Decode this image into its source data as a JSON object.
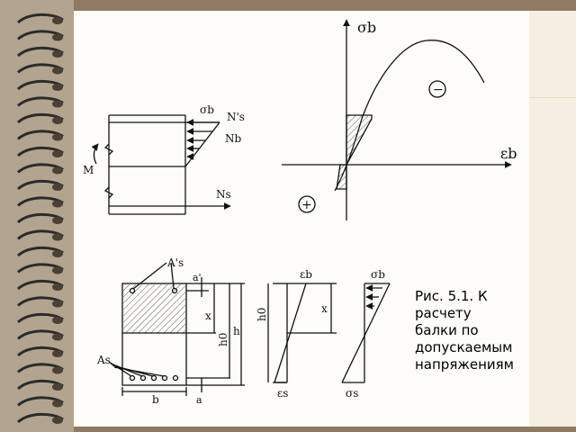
{
  "caption": {
    "line1": "Рис. 5.1. К",
    "line2": "расчету",
    "line3": "балки по",
    "line4": "допускаемым",
    "line5": "напряжениям"
  },
  "beam_side": {
    "moment": "M",
    "sigma_b": "σb",
    "Ns_prime": "N's",
    "Nb": "Nb",
    "Ns": "Ns"
  },
  "stress_strain": {
    "y_axis": "σb",
    "x_axis": "εb",
    "minus": "−",
    "plus": "+"
  },
  "section": {
    "As_prime": "A's",
    "As": "As",
    "a_prime": "a'",
    "x": "x",
    "h0": "h0",
    "h": "h",
    "b": "b",
    "a": "a"
  },
  "strain_diagram": {
    "eps_b": "εb",
    "eps_s": "εs",
    "h0": "h0",
    "x": "x"
  },
  "stress_diagram": {
    "sigma_b": "σb",
    "sigma_s": "σs"
  },
  "colors": {
    "background": "#8f7a63",
    "paper": "#fdfcf8",
    "ink": "#111111",
    "ring": "#2b2b2b"
  },
  "icons": [
    "spiral-binding-ring"
  ]
}
